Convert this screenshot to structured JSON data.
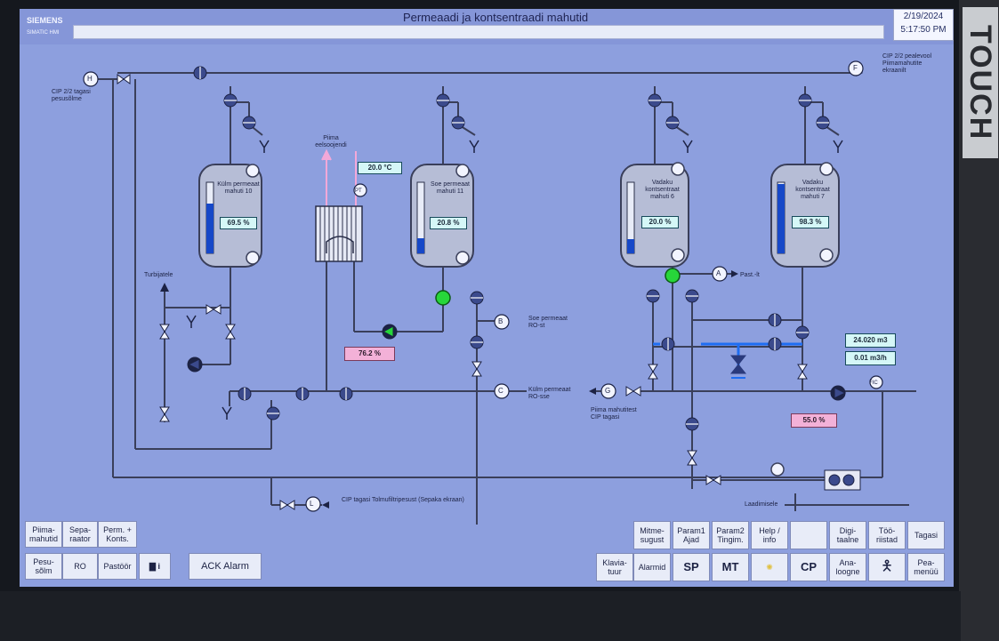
{
  "header": {
    "brand": "SIEMENS",
    "brand_sub": "SIMATIC HMI",
    "title": "Permeaadi ja kontsentraadi mahutid",
    "date": "2/19/2024",
    "time": "5:17:50 PM"
  },
  "bezel_label": "TOUCH",
  "tanks": [
    {
      "label": "Külm permeaat mahuti 10",
      "value": "69.5 %",
      "level": 0.7
    },
    {
      "label": "Soe permeaat mahuti 11",
      "value": "20.8 %",
      "level": 0.21
    },
    {
      "label": "Vadaku kontsentraat mahuti 6",
      "value": "20.0 %",
      "level": 0.2
    },
    {
      "label": "Vadaku kontsentraat mahuti 7",
      "value": "98.3 %",
      "level": 0.98
    }
  ],
  "heater": {
    "label": "Piima eelsoojendi",
    "temp": "20.0 °C",
    "valve_pct": "76.2 %",
    "pt": "PT"
  },
  "flow": {
    "total": "24.020 m3",
    "rate": "0.01 m3/h",
    "valve_pct": "55.0 %",
    "fic": "FIC"
  },
  "connectors": {
    "H": "H",
    "H_label": "CIP 2/2 tagasi pesusõlme",
    "F": "F",
    "F_label": "CIP 2/2 pealevool Piimamahutite ekraanilt",
    "A": "A",
    "A_label": "Past.-lt",
    "B": "B",
    "B_label": "Soe permeaat RO-st",
    "C": "C",
    "C_label": "Külm permeaat RO-sse",
    "G": "G",
    "G_label": "Piima mahutitest CIP tagasi",
    "L": "L",
    "L_label": "CIP tagasi Tolmufiltripesust (Sepaka ekraan)",
    "turbi": "Turbijatele",
    "laadimisele": "Laadimisele"
  },
  "buttons_left": [
    "Piima-mahutid",
    "Sepa-raator",
    "Perm. + Konts.",
    "Pesu-sõlm",
    "RO",
    "Pastöör"
  ],
  "ack_alarm": "ACK Alarm",
  "buttons_right_top": [
    "Mitme-sugust",
    "Param1 Ajad",
    "Param2 Tingim.",
    "Help / info",
    "",
    "Digi-taalne",
    "Töö-riistad",
    "Tagasi"
  ],
  "buttons_right_bottom": [
    "Klavia-tuur",
    "Alarmid",
    "SP",
    "MT",
    "",
    "CP",
    "Ana-loogne",
    "",
    "Pea-menüü"
  ],
  "colors": {
    "screen": "#8d9fde",
    "pipe": "#3a3f5a",
    "valve_fill": "#3b4a8c",
    "green": "#27d63a",
    "pink": "#f3b1d8",
    "blue_line": "#1e6df2"
  }
}
